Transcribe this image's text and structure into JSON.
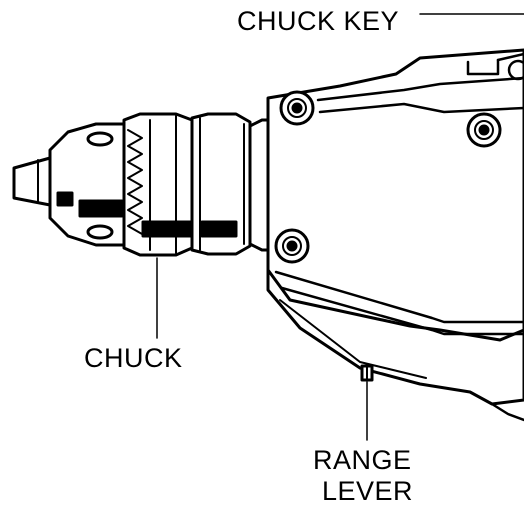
{
  "labels": {
    "chuck_key": "CHUCK KEY",
    "chuck": "CHUCK",
    "range_lever_line1": "RANGE",
    "range_lever_line2": "LEVER"
  },
  "colors": {
    "ink": "#000000",
    "paper": "#ffffff"
  }
}
